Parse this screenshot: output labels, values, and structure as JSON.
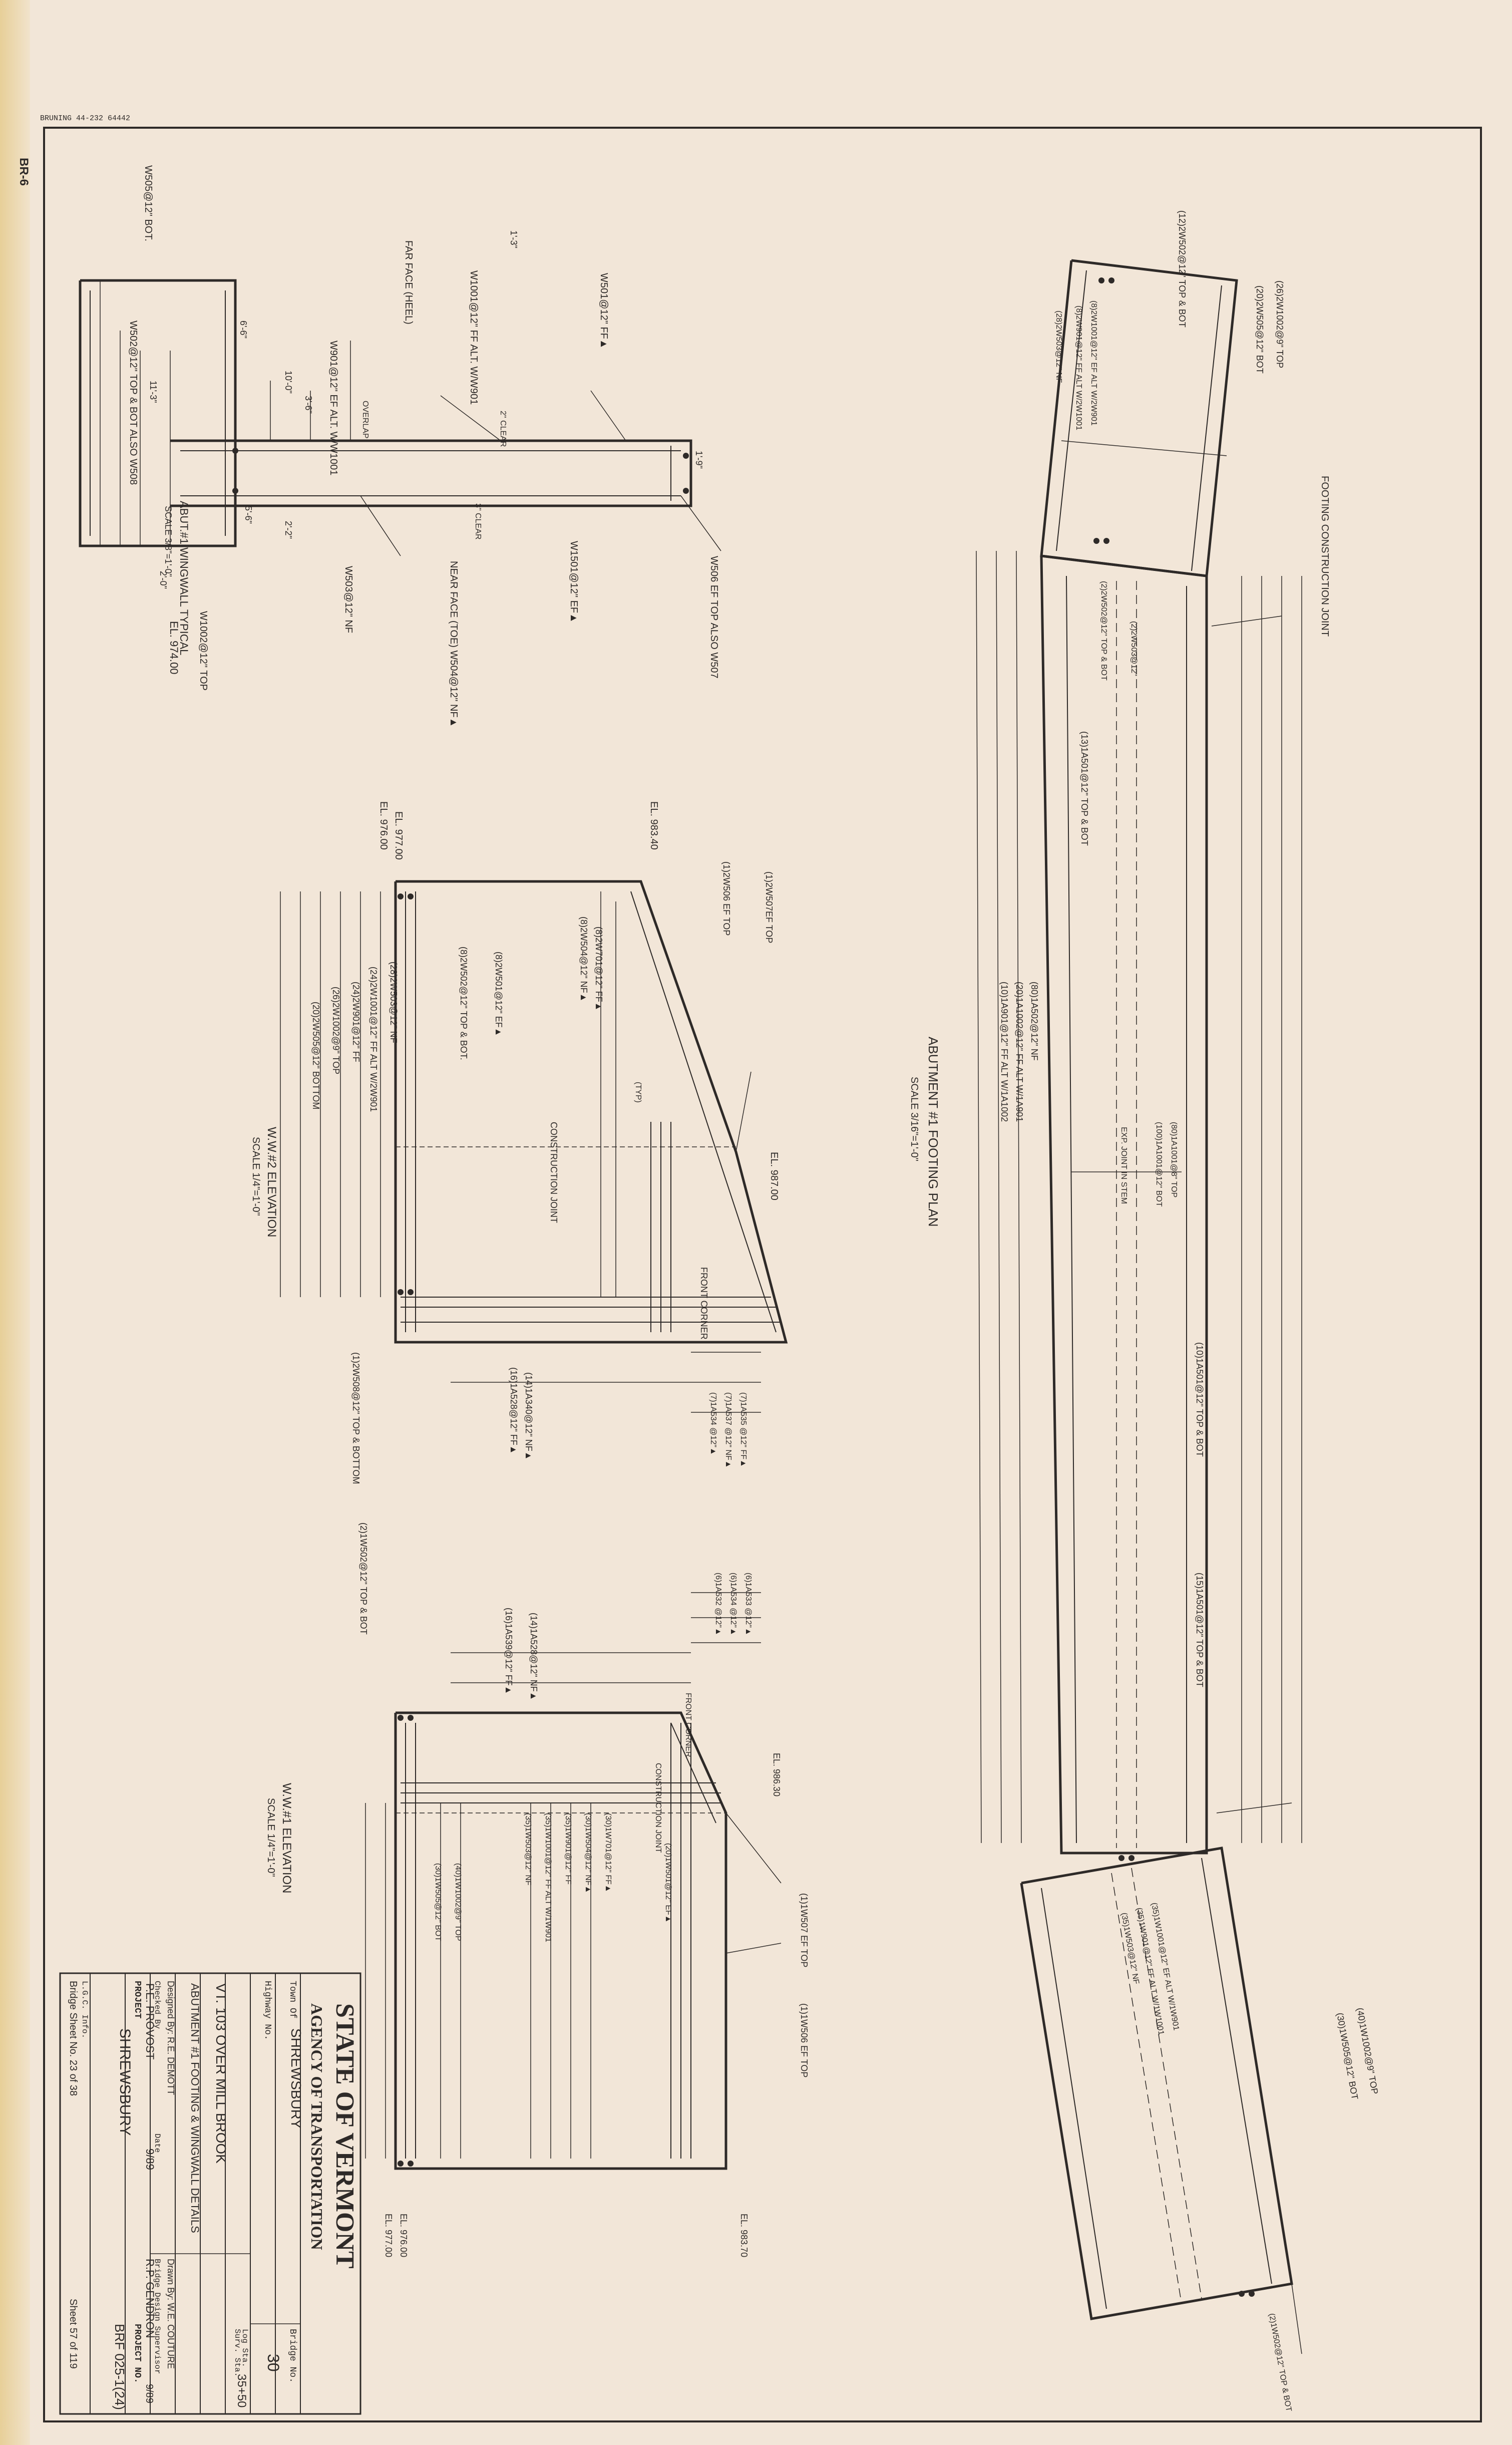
{
  "sheet": {
    "bruning_code": "BRUNING 44-232 64442",
    "edge_mark": "BR-6"
  },
  "wingwall_typical": {
    "title": "ABUT.#1 WINGWALL TYPICAL",
    "scale": "SCALE 3/8\"=1'-0\"",
    "labels": [
      "W505@12\" BOT.",
      "W501@12\" FF▲",
      "W1001@12\" FF ALT. W/W901",
      "W901@12\" EF ALT. W/W1001",
      "FAR FACE (HEEL)",
      "W1501@12\" EF▲",
      "W506 EF TOP ALSO W507",
      "NEAR FACE (TOE) W504@12\" NF▲",
      "W503@12\" NF",
      "W1002@12\" TOP",
      "W502@12\" TOP & BOT ALSO W508",
      "EL. 974.00"
    ],
    "dims": [
      "6'-6\"",
      "10'-0\"",
      "3'-6\"",
      "OVERLAP",
      "2\" CLEAR",
      "3\" CLEAR",
      "1'-9\"",
      "1'-3\"",
      "5'-6\"",
      "2'-2\"",
      "2'-0\"",
      "11'-3\""
    ]
  },
  "ww2_elevation": {
    "title": "W.W.#2 ELEVATION",
    "scale": "SCALE 1/4\"=1'-0\"",
    "labels": [
      "EL. 983.40",
      "EL. 977.00",
      "EL. 976.00",
      "EL. 987.00",
      "(1)2W506 EF TOP",
      "(1)2W507EF TOP",
      "(8)2W701@12\" FF▲",
      "(8)2W504@12\" NF▲",
      "(8)2W501@12\" EF▲",
      "(8)2W502@12\" TOP & BOT.",
      "(28)2W503@12\" NF",
      "(24)2W1001@12\" FF ALT W/2W901",
      "(24)2W901@12\" FF",
      "(26)2W1002@9\" TOP",
      "(20)2W505@12\" BOTTOM",
      "(1)2W508@12\" TOP & BOTTOM",
      "CONSTRUCTION JOINT",
      "FRONT CORNER",
      "(TYP)",
      "(14)1A340@12\" NF▲",
      "(16)1A528@12\" FF▲",
      "(7)1A534 @12\"▲",
      "(7)1A537 @12\" NF▲",
      "(7)1A535 @12\" FF▲"
    ]
  },
  "ww1_elevation": {
    "title": "W.W.#1 ELEVATION",
    "scale": "SCALE 1/4\"=1'-0\"",
    "labels": [
      "(2)1W502@12\" TOP & BOT",
      "(14)1A528@12\" NF▲",
      "(16)1A539@12\" FF▲",
      "(6)1A533 @12\"▲",
      "(6)1A534 @12\"▲",
      "(6)1A532 @12\"▲",
      "FRONT CORNER",
      "CONSTRUCTION JOINT",
      "EL. 986.30",
      "(30)1W701@12\" FF▲",
      "(30)1W504@12\" NF▲",
      "(35)1W901@12\" FF",
      "(35)1W1001@12\" FF ALT W/1W901",
      "(35)1W503@12\" NF",
      "(20)1W501@12\" EF▲",
      "(40)1W1002@9\" TOP",
      "(30)1W505@12\" BOT",
      "(1)1W507 EF TOP",
      "(1)1W506 EF TOP",
      "EL. 983.70",
      "EL. 976.00",
      "EL. 977.00"
    ]
  },
  "footing_plan": {
    "title": "ABUTMENT #1 FOOTING PLAN",
    "scale": "SCALE 3/16\"=1'-0\"",
    "labels": [
      "FOOTING CONSTRUCTION JOINT",
      "(12)2W502@12\" TOP & BOT",
      "(26)2W1002@9\" TOP",
      "(20)2W505@12\" BOT",
      "(8)2W1001@12\" EF ALT W/2W901",
      "(8)2W901@12\" FF ALT W/2W1001",
      "(28)2W503@12\" NF",
      "(2)2W502@12\" TOP & BOT",
      "(2)2W503@12\"",
      "(13)1A501@12\" TOP & BOT",
      "(80)1A502@12\" NF",
      "(20)1A1002@12\" FF ALT W/1A901",
      "(10)1A901@12\" FF ALT W/1A1002",
      "EXP. JOINT IN STEM",
      "(80)1A1001@8\" TOP",
      "(100)1A1001@12\" BOT",
      "(10)1A501@12\" TOP & BOT",
      "(15)1A501@12\" TOP & BOT",
      "(40)1W1002@9\" TOP",
      "(30)1W505@12\" BOT",
      "(35)1W1001@12\" EF ALT W/1W901",
      "(35)1W901@12\" FF ALT W/1W1001",
      "(35)1W503@12\" NF",
      "(2)1W502@12\" TOP & BOT"
    ]
  },
  "title_block": {
    "state": "STATE OF VERMONT",
    "agency": "AGENCY OF TRANSPORTATION",
    "town_label": "Town Of",
    "town": "SHREWSBURY",
    "bridge_no_label": "Bridge No.",
    "bridge_no": "30",
    "highway_label": "Highway No.",
    "log_sta_label": "Log Sta.",
    "surv_sta_label": "Surv. Sta.",
    "surv_sta": "35+50",
    "subject": "VT. 103 OVER MILL BROOK",
    "sheet_title": "ABUTMENT #1 FOOTING & WINGWALL DETAILS",
    "designed_by": "Designed By: R.E. DEMOTT",
    "drawn_by": "Drawn By: W.E. COUTURE",
    "checked_by": "Checked By",
    "checked_name": "P.E. PROVOST",
    "date_label": "Date",
    "date": "9/89",
    "supervisor_label": "Bridge Design Supervisor",
    "supervisor": "R.P. GENDRON",
    "supervisor_date": "9/89",
    "project_label": "PROJECT",
    "project": "SHREWSBURY",
    "project_no_label": "PROJECT NO.",
    "project_no": "BRF 025-1(24)",
    "lgc_label": "L.G.C. Info.",
    "bridge_sheet": "Bridge Sheet No. 23 of 38",
    "sheet_no": "Sheet 57 of 119"
  }
}
